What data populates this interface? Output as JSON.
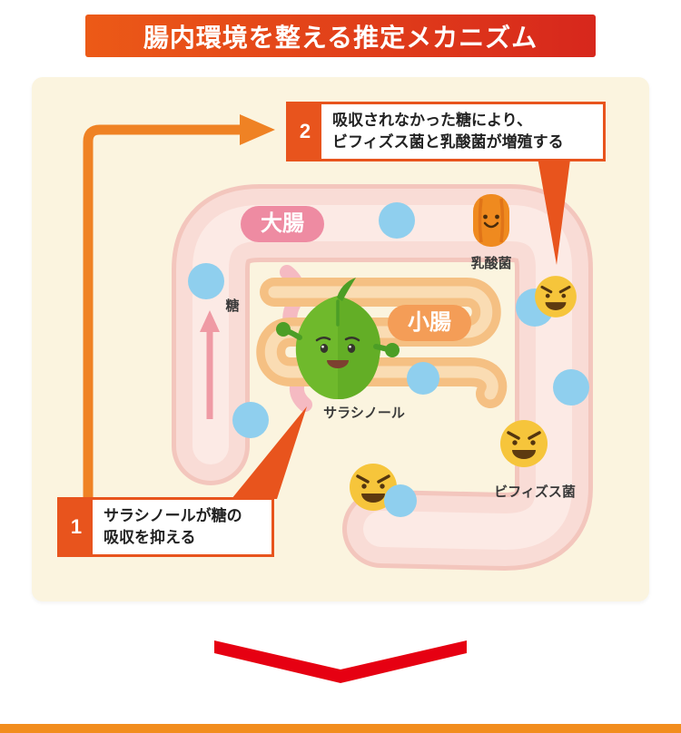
{
  "title": {
    "text": "腸内環境を整える推定メカニズム"
  },
  "steps": [
    {
      "number": "1",
      "lines": [
        "サラシノールが糖の",
        "吸収を抑える"
      ]
    },
    {
      "number": "2",
      "lines": [
        "吸収されなかった糖により、",
        "ビフィズス菌と乳酸菌が増殖する"
      ]
    }
  ],
  "labels": {
    "large_intestine": "大腸",
    "small_intestine": "小腸",
    "sugar": "糖",
    "salacinol": "サラシノール",
    "lactic_acid_bacteria": "乳酸菌",
    "bifidobacteria": "ビフィズス菌"
  },
  "palette": {
    "banner_gradient_start": "#ec5a17",
    "banner_gradient_end": "#d7271c",
    "panel_bg": "#fbf4df",
    "accent_orange": "#e8541d",
    "flow_arrow_orange": "#ef8224",
    "colon_pink": "#f9dcd6",
    "large_intestine_badge_pink": "#ee8ba2",
    "small_intestine_badge_orange": "#f49d57",
    "small_intestine_tube": "#f5c083",
    "sugar_blue": "#8fcfee",
    "bacteria_yellow": "#f6c53b",
    "lactic_acid_orange": "#ef8a1f",
    "leaf_green": "#6fb92c",
    "chevron_red": "#e60012",
    "bottom_bar_orange": "#f28d1e",
    "text_dark": "#3a3a3a"
  }
}
